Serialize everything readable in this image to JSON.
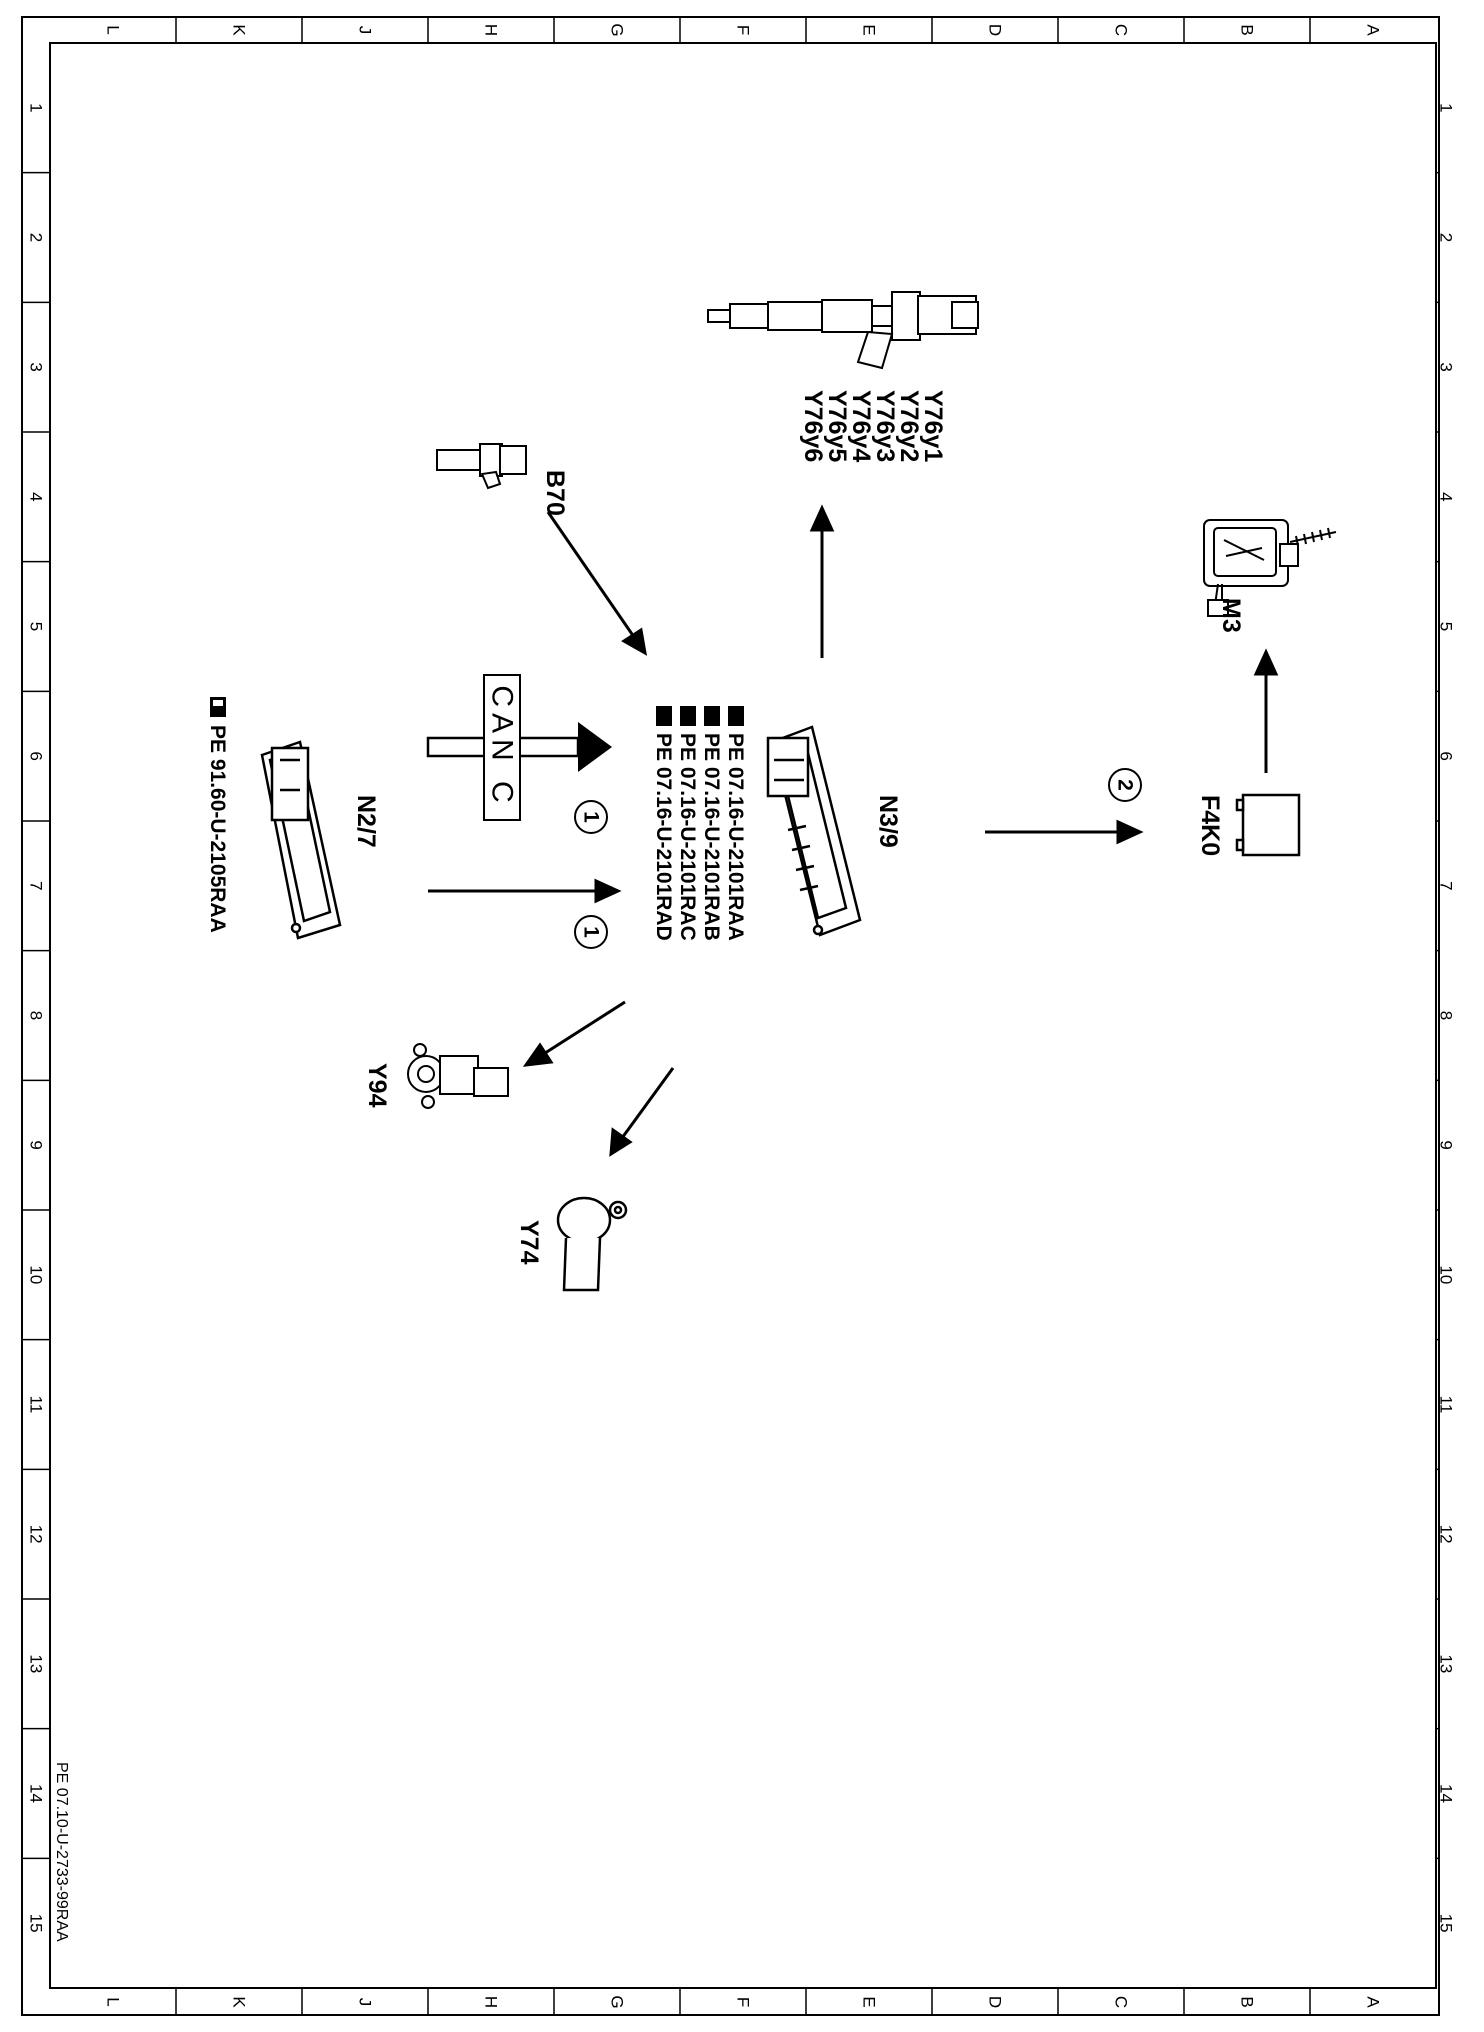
{
  "grid": {
    "columns": [
      "L",
      "K",
      "J",
      "H",
      "G",
      "F",
      "E",
      "D",
      "C",
      "B",
      "A"
    ],
    "rows": [
      "1",
      "2",
      "3",
      "4",
      "5",
      "6",
      "7",
      "8",
      "9",
      "10",
      "11",
      "12",
      "13",
      "14",
      "15"
    ]
  },
  "components": {
    "b70": "B70",
    "y76": [
      "Y76y1",
      "Y76y2",
      "Y76y3",
      "Y76y4",
      "Y76y5",
      "Y76y6"
    ],
    "n2_7": "N2/7",
    "n3_9": "N3/9",
    "f4k0": "F4K0",
    "m3": "M3",
    "y94": "Y94",
    "y74": "Y74"
  },
  "references": {
    "n2_7_ref": "PE 91.60-U-2105RAA",
    "n3_9_refs": [
      "PE 07.16-U-2101RAA",
      "PE 07.16-U-2101RAB",
      "PE 07.16-U-2101RAC",
      "PE 07.16-U-2101RAD"
    ]
  },
  "bus": {
    "label": "CAN C"
  },
  "markers": {
    "m1a": "1",
    "m1b": "1",
    "m2": "2"
  },
  "footer": {
    "doc_id": "PE 07.10-U-2733-99RAA"
  }
}
